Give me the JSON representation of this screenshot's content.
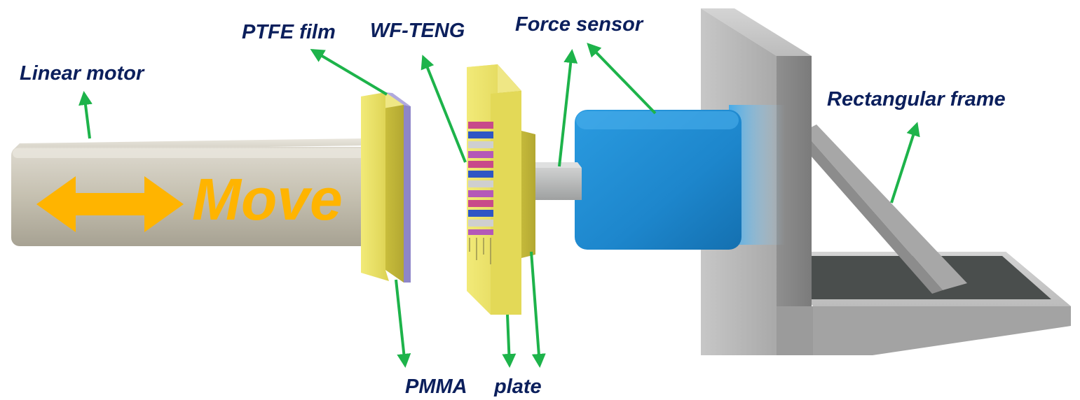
{
  "labels": {
    "linear_motor": "Linear motor",
    "ptfe_film": "PTFE film",
    "wf_teng": "WF-TENG",
    "force_sensor": "Force sensor",
    "rectangular_frame": "Rectangular frame",
    "pmma": "PMMA",
    "plate": "plate",
    "move": "Move"
  },
  "colors": {
    "label_text": "#0b1f5c",
    "arrow": "#1db34a",
    "move": "#ffb400",
    "motor": "#c9c4b3",
    "plate_yellow": "#e7de60",
    "ptfe_purple": "#8e86c8",
    "sensor_blue": "#1f8fd6",
    "frame_gray": "#b8b8b8"
  },
  "icons": [
    "double-headed-arrow"
  ]
}
